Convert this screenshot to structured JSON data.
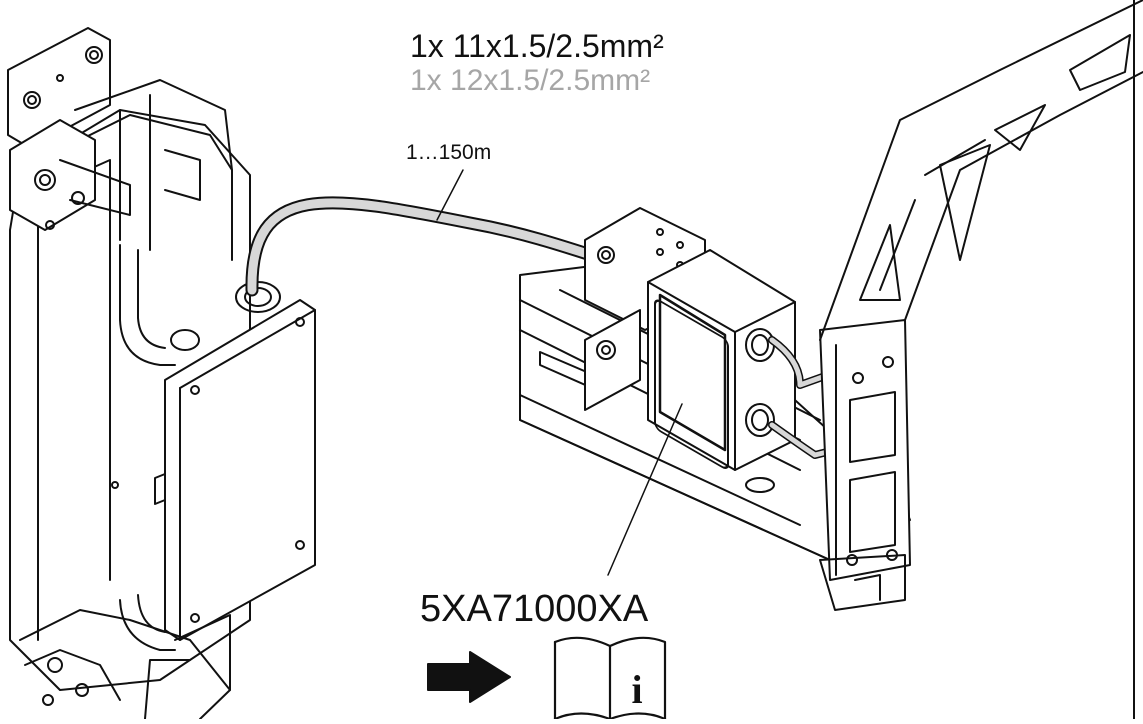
{
  "labels": {
    "cable_primary": "1x 11x1.5/2.5mm²",
    "cable_alternative": "1x 12x1.5/2.5mm²",
    "cable_length": "1…150m",
    "part_number": "5XA71000XA"
  },
  "icons": {
    "arrow": "right-arrow-icon",
    "manual": "manual-info-icon",
    "manual_glyph": "i"
  },
  "colors": {
    "line": "#111111",
    "cable_fill": "#d8d8d8",
    "secondary_text": "#a6a6a6"
  }
}
